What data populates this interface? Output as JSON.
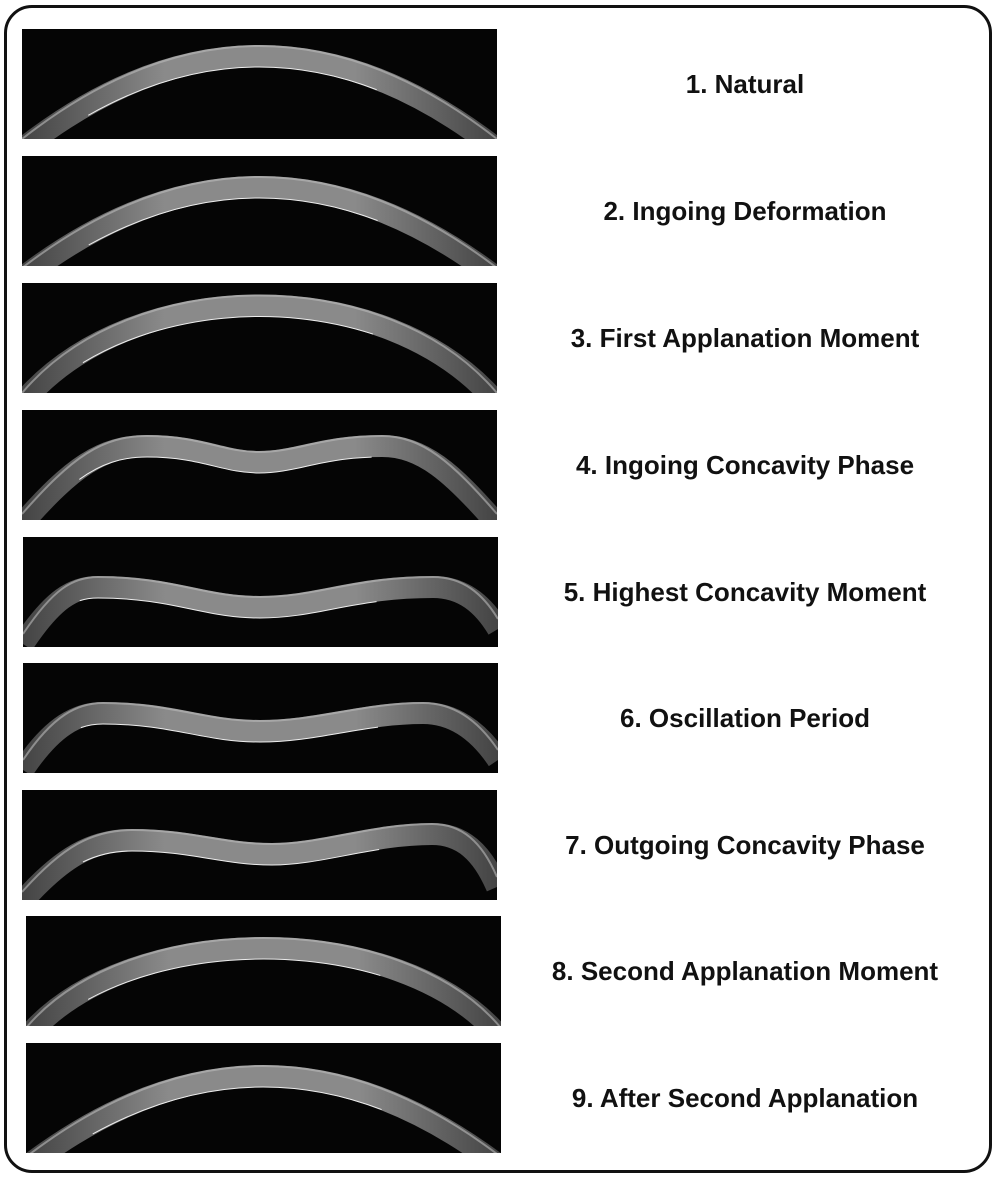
{
  "figure": {
    "stages": [
      {
        "label": "1. Natural"
      },
      {
        "label": "2. Ingoing Deformation"
      },
      {
        "label": "3. First Applanation Moment"
      },
      {
        "label": "4. Ingoing Concavity Phase"
      },
      {
        "label": "5. Highest Concavity Moment"
      },
      {
        "label": "6. Oscillation Period"
      },
      {
        "label": "7. Outgoing Concavity Phase"
      },
      {
        "label": "8. Second Applanation Moment"
      },
      {
        "label": "9. After Second Applanation"
      }
    ]
  }
}
